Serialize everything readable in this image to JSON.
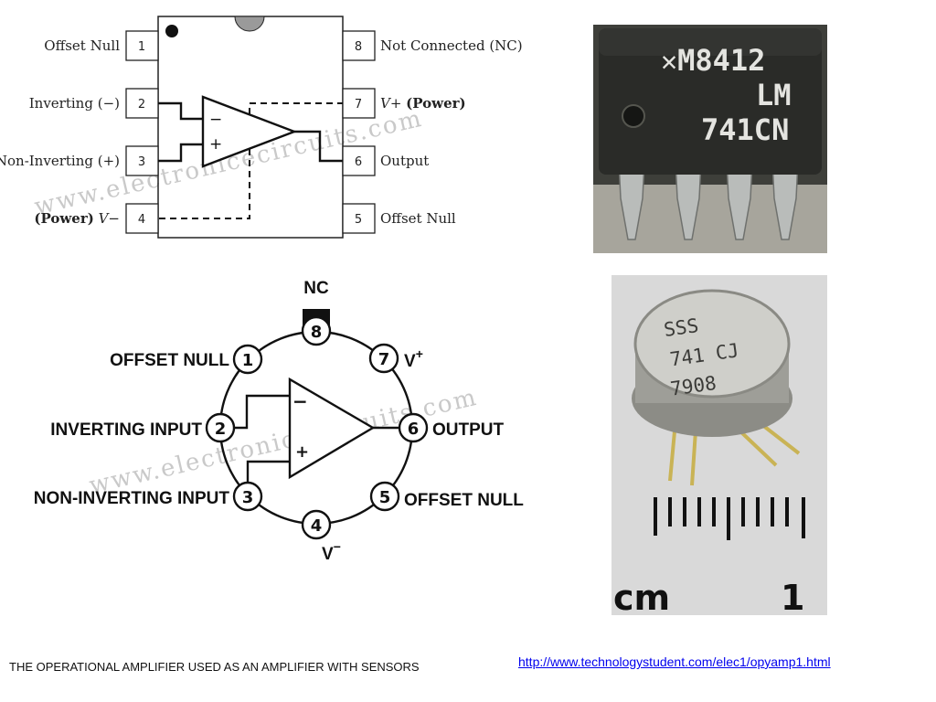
{
  "dip_diagram": {
    "pins": [
      {
        "num": "1",
        "label": "Offset Null"
      },
      {
        "num": "2",
        "label": "Inverting (−)"
      },
      {
        "num": "3",
        "label": "Non-Inverting (+)"
      },
      {
        "num": "4",
        "label_paren": "(Power)",
        "label_tail": " V−"
      },
      {
        "num": "8",
        "label": "Not Connected (NC)"
      },
      {
        "num": "7",
        "label_head": "V+ ",
        "label_paren": "(Power)"
      },
      {
        "num": "6",
        "label": "Output"
      },
      {
        "num": "5",
        "label": "Offset Null"
      }
    ],
    "minus_sign": "−",
    "plus_sign": "+",
    "watermark": "www.electronicecircuits.com"
  },
  "can_diagram": {
    "top_label": "NC",
    "pins": [
      {
        "num": "8"
      },
      {
        "num": "1",
        "label": "OFFSET NULL"
      },
      {
        "num": "7",
        "label": "V"
      },
      {
        "num": "2",
        "label": "INVERTING INPUT"
      },
      {
        "num": "6",
        "label": "OUTPUT"
      },
      {
        "num": "3",
        "label": "NON-INVERTING INPUT"
      },
      {
        "num": "5",
        "label": "OFFSET NULL"
      },
      {
        "num": "4",
        "label": "V"
      }
    ],
    "v_plus_sup": "+",
    "v_minus_sup": "−",
    "minus_sign": "−",
    "plus_sign": "+",
    "watermark": "www.electronicecircuits.com"
  },
  "dip_photo": {
    "line1": "M8412",
    "line2": "LM",
    "line3": "741CN"
  },
  "can_photo": {
    "line1": "SSS",
    "line2": "741 CJ",
    "line3": "7908",
    "ruler_unit": "cm",
    "ruler_mark": "1"
  },
  "caption": "THE OPERATIONAL AMPLIFIER USED AS AN AMPLIFIER WITH SENSORS",
  "source_link": "http://www.technologystudent.com/elec1/opyamp1.html"
}
